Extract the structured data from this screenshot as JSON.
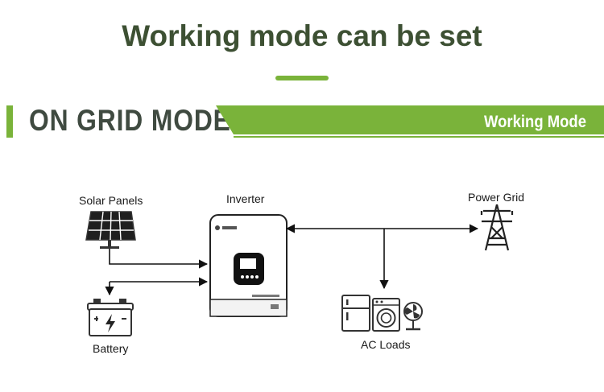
{
  "header": {
    "title": "Working mode can be set"
  },
  "section": {
    "mode_title": "ON GRID MODE",
    "banner_label": "Working Mode"
  },
  "diagram": {
    "solar_label": "Solar Panels",
    "inverter_label": "Inverter",
    "grid_label": "Power Grid",
    "battery_label": "Battery",
    "loads_label": "AC Loads"
  },
  "colors": {
    "accent": "#7ab33a",
    "heading": "#3d5033",
    "line": "#111111"
  },
  "icons": [
    "solar-panel-icon",
    "inverter-icon",
    "power-tower-icon",
    "battery-icon",
    "fridge-icon",
    "washing-machine-icon",
    "fan-icon"
  ]
}
